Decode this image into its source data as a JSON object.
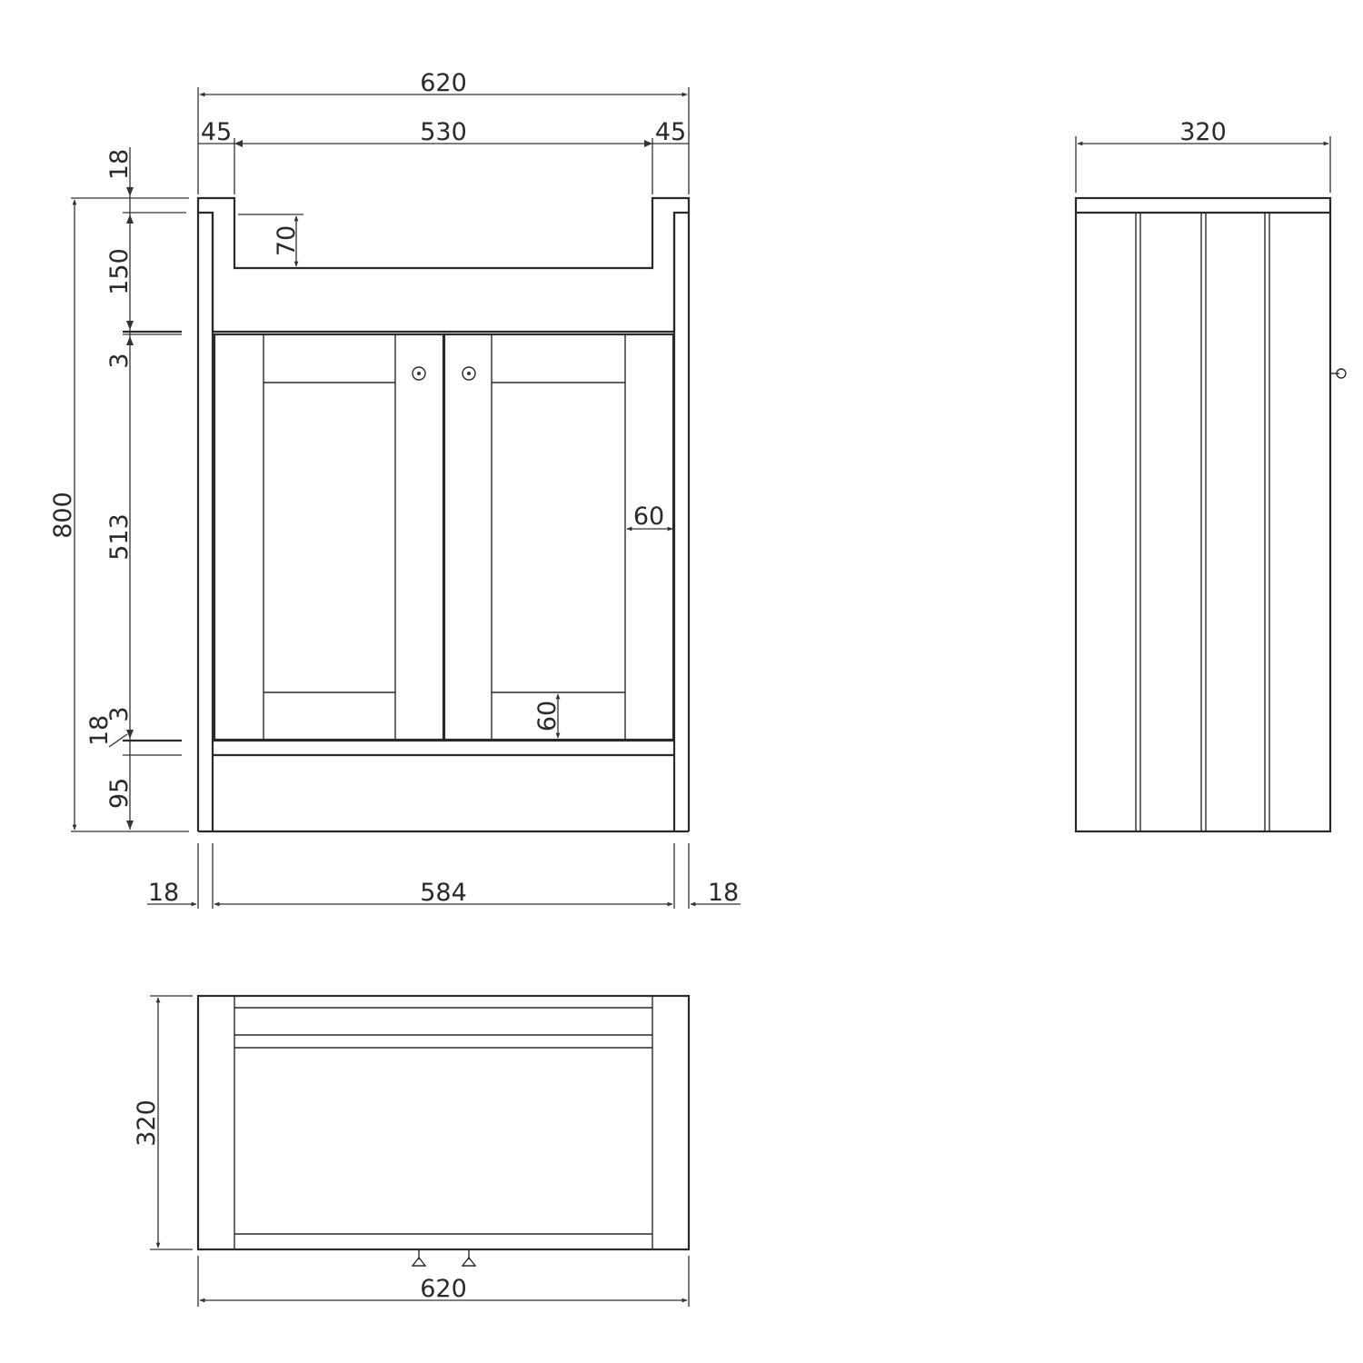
{
  "diagram": {
    "front": {
      "overall_width": "620",
      "left_margin": "45",
      "basin_width": "530",
      "right_margin": "45",
      "top_thickness": "18",
      "upper_rail": "150",
      "overall_height": "800",
      "basin_depth": "70",
      "gap_top": "3",
      "door_height": "513",
      "door_stile": "60",
      "door_rail": "60",
      "gap_bottom": "3",
      "shelf_thickness": "18",
      "plinth": "95",
      "left_side": "18",
      "inner_width": "584",
      "right_side": "18"
    },
    "side": {
      "depth": "320"
    },
    "plan": {
      "depth": "320",
      "width": "620"
    }
  }
}
